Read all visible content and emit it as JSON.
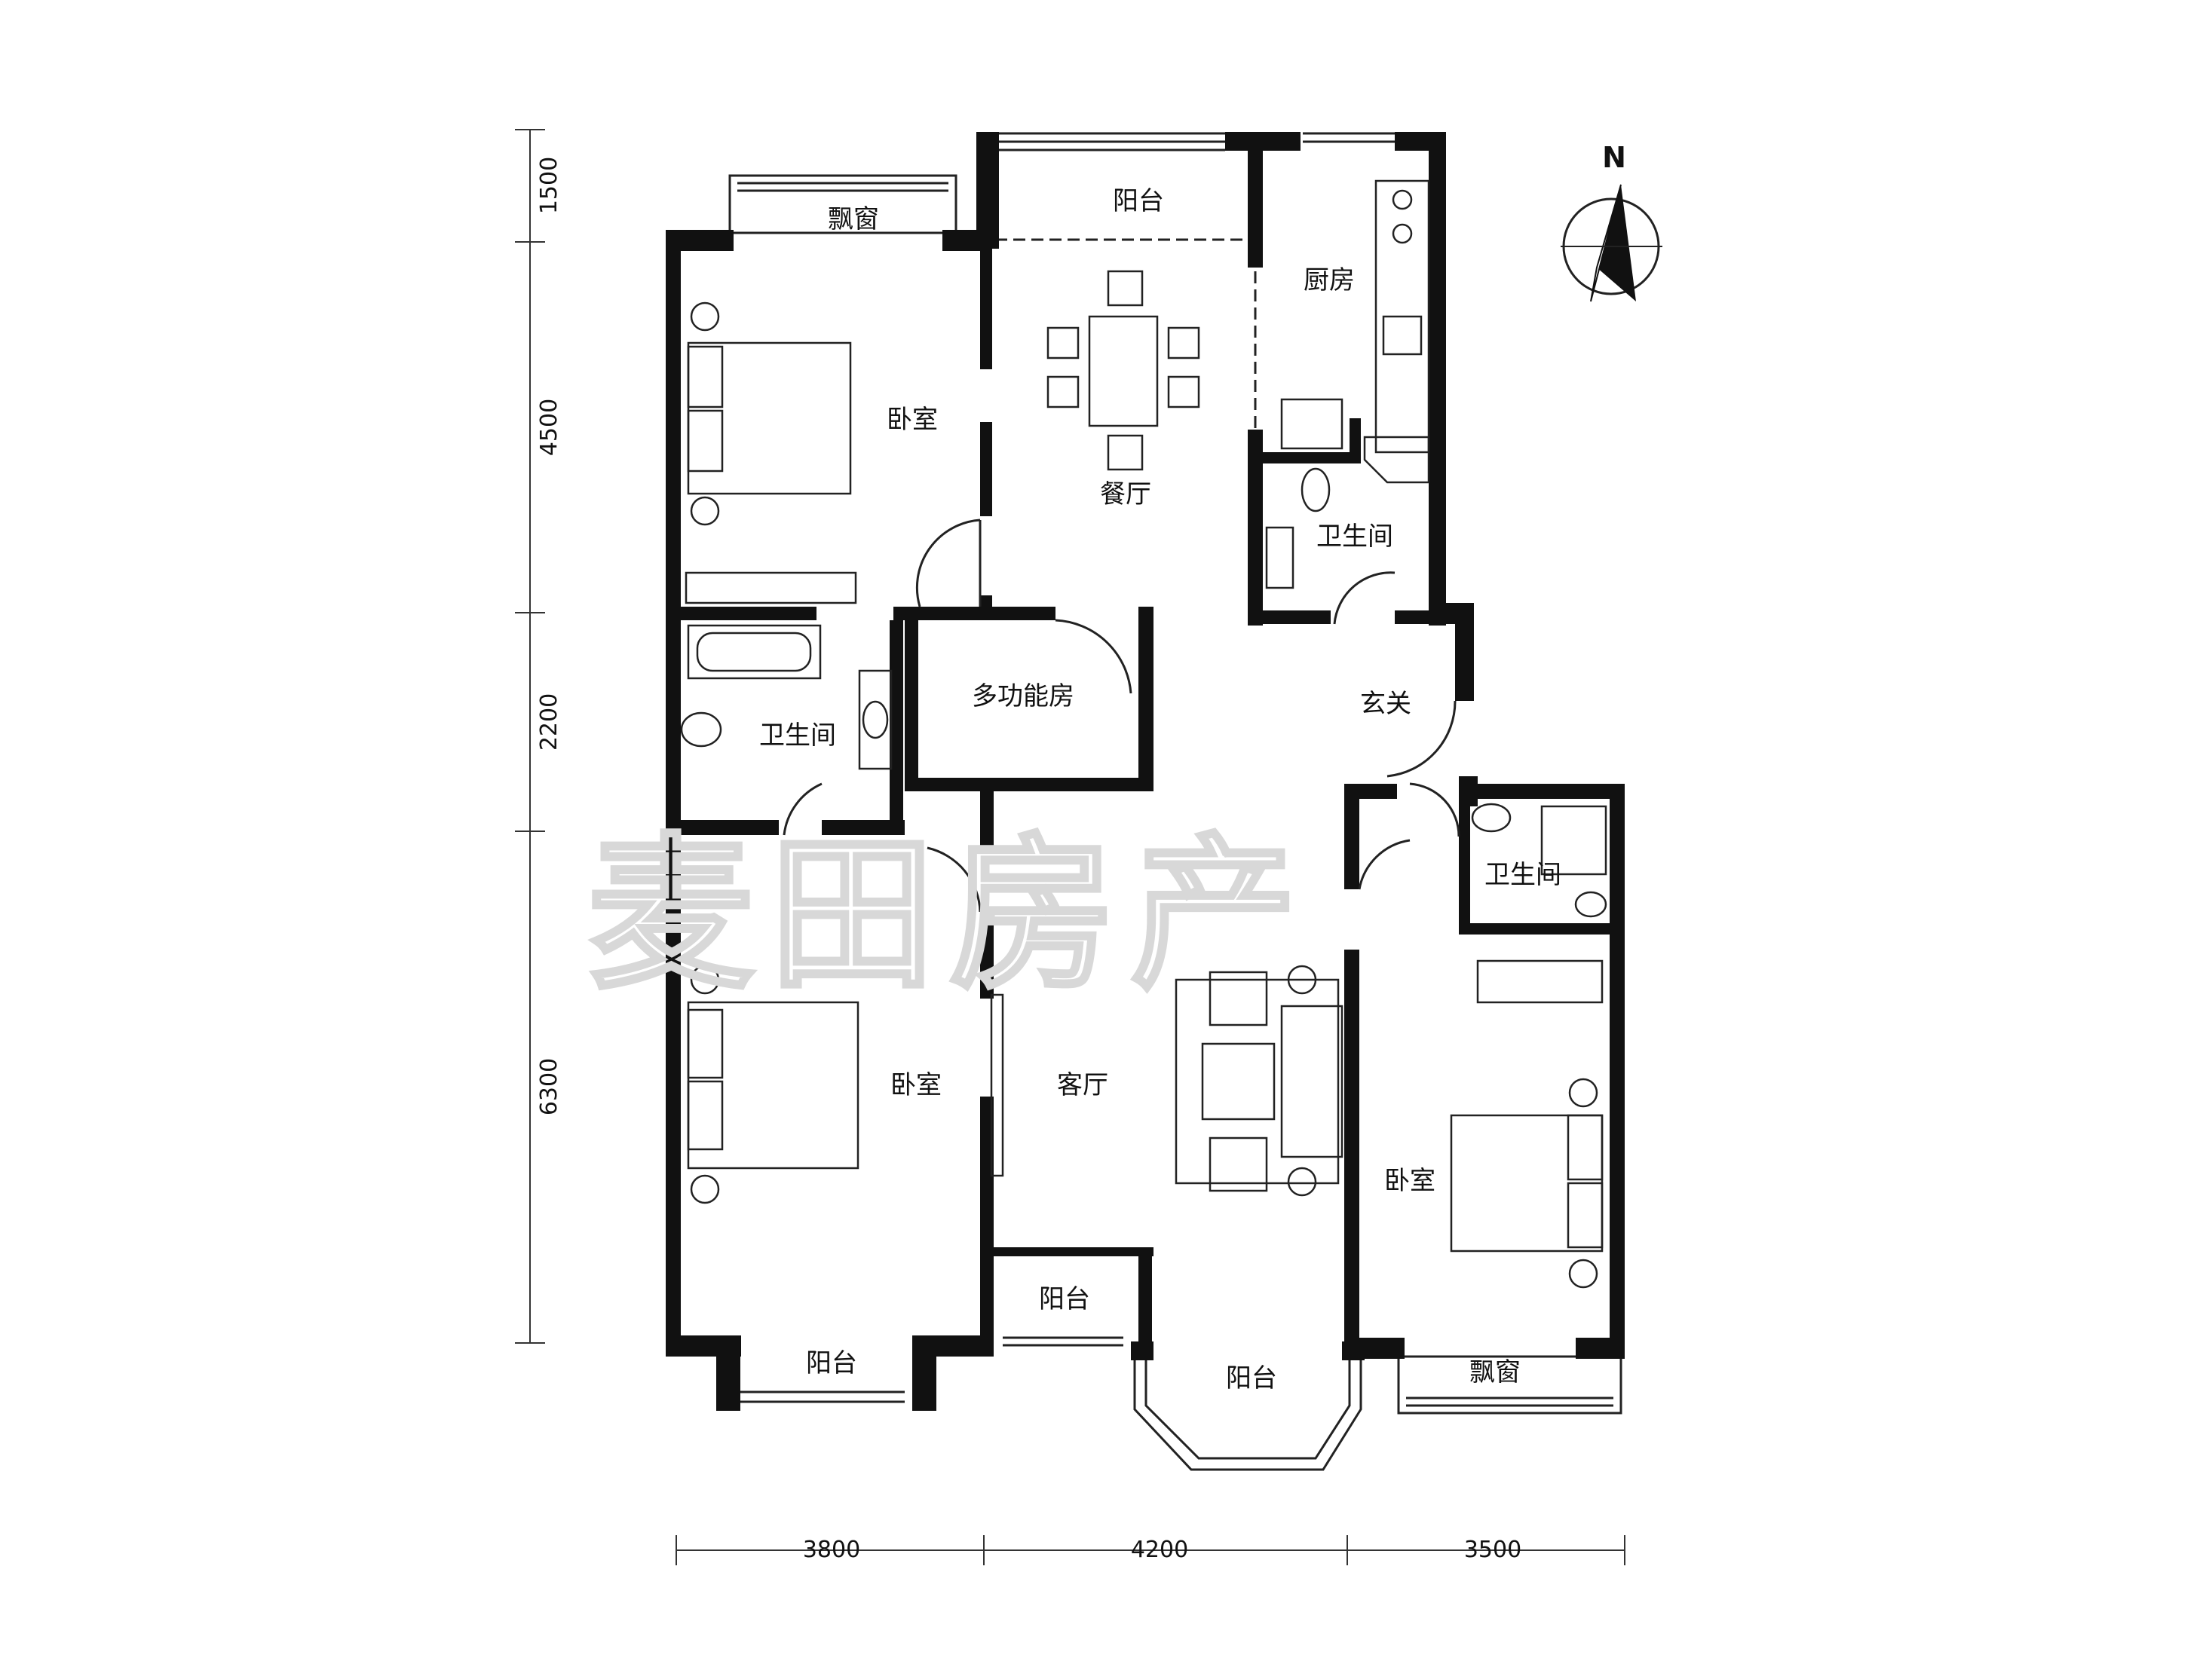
{
  "rooms": {
    "piaochuang_top": "飘窗",
    "yangtai_top": "阳台",
    "chufang": "厨房",
    "woshi_nw": "卧室",
    "canting": "餐厅",
    "weishengjian_ne": "卫生间",
    "weishengjian_w": "卫生间",
    "duogongnengfang": "多功能房",
    "xuanguan": "玄关",
    "weishengjian_e": "卫生间",
    "woshi_sw": "卧室",
    "keting": "客厅",
    "woshi_e": "卧室",
    "yangtai_small": "阳台",
    "yangtai_sw": "阳台",
    "yangtai_bay": "阳台",
    "piaochuang_bottom": "飘窗"
  },
  "dimensions": {
    "left": [
      "1500",
      "4500",
      "2200",
      "6300"
    ],
    "bottom": [
      "3800",
      "4200",
      "3500"
    ]
  },
  "compass": {
    "label": "N"
  },
  "watermark": {
    "text": "麦田房产"
  }
}
